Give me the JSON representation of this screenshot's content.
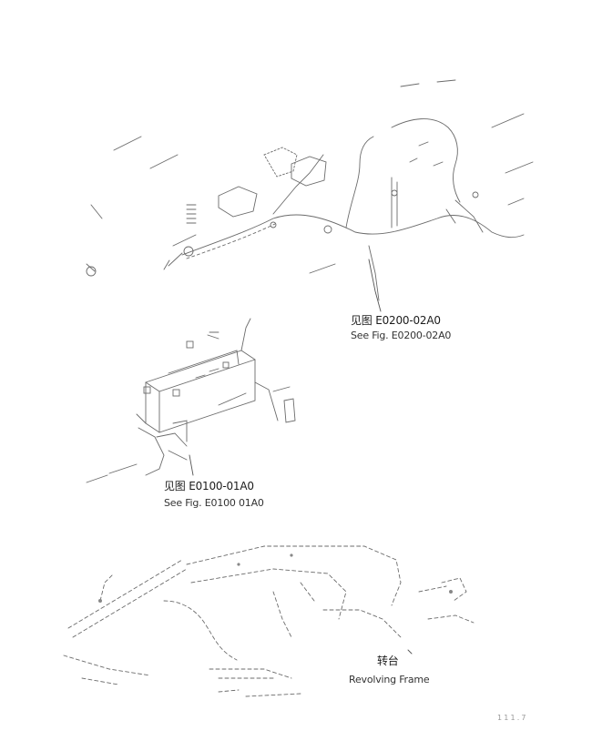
{
  "callouts": {
    "upper": {
      "cn": "见图 E0200-02A0",
      "en": "See Fig. E0200-02A0"
    },
    "middle": {
      "cn": "见图 E0100-01A0",
      "en": "See Fig. E0100 01A0"
    },
    "lower": {
      "cn": "转台",
      "en": "Revolving Frame"
    }
  },
  "page_number": "1 1 1 . 7"
}
